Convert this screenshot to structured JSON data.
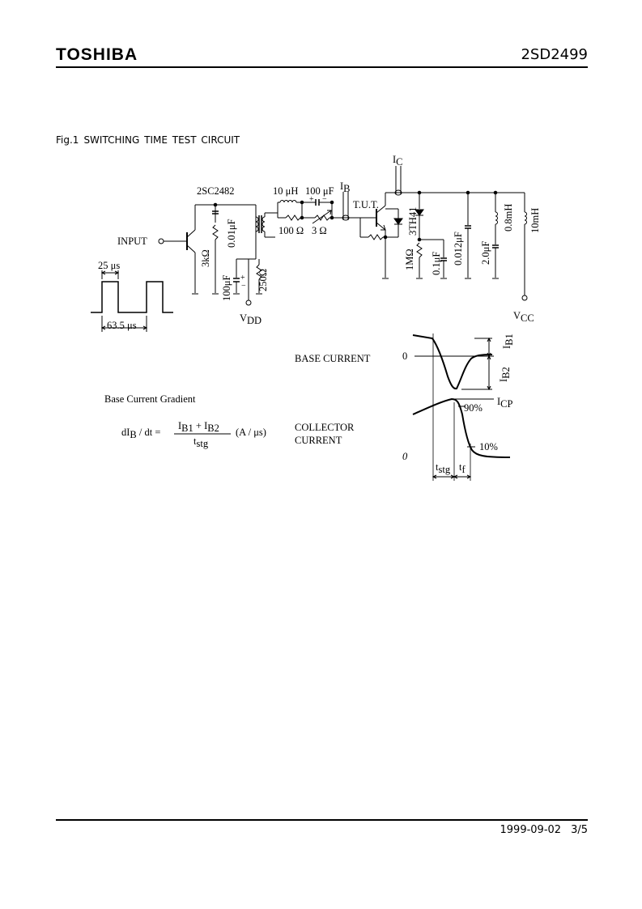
{
  "header": {
    "brand": "TOSHIBA",
    "part_number": "2SD2499"
  },
  "figure": {
    "label": "Fig.1",
    "title": "SWITCHING TIME TEST CIRCUIT",
    "circuit": {
      "driver_transistor": "2SC2482",
      "input": "INPUT",
      "pulse_width": "25 μs",
      "pulse_period": "63.5 μs",
      "r_3k": "3kΩ",
      "c_001": "0.01μF",
      "c_100": "100μF",
      "r_250": "250Ω",
      "vdd": "V",
      "vdd_sub": "DD",
      "l_10u": "10 μH",
      "c_100u": "100 μF",
      "r_100": "100 Ω",
      "r_3": "3 Ω",
      "ib": "I",
      "ib_sub": "B",
      "ic": "I",
      "ic_sub": "C",
      "tut": "T.U.T.",
      "diode": "3TH41",
      "r_1m": "1MΩ",
      "c_01": "0.1μF",
      "c_0012": "0.012μF",
      "c_20": "2.0μF",
      "l_08m": "0.8mH",
      "l_10m": "10mH",
      "vcc": "V",
      "vcc_sub": "CC"
    },
    "waveform": {
      "base_current": "BASE CURRENT",
      "collector_current": "COLLECTOR CURRENT",
      "zero_base": "0",
      "zero_collector": "0",
      "ib1": "I",
      "ib1_sub": "B1",
      "ib2": "I",
      "ib2_sub": "B2",
      "icp": "I",
      "icp_sub": "CP",
      "p90": "90%",
      "p10": "10%",
      "tstg": "t",
      "tstg_sub": "stg",
      "tf": "t",
      "tf_sub": "f"
    },
    "gradient": {
      "title": "Base Current Gradient",
      "lhs": "dI",
      "lhs_sub": "B",
      "lhs_rest": " / dt =",
      "num_i1": "I",
      "num_i1_sub": "B1",
      "num_plus": " + I",
      "num_i2_sub": "B2",
      "den": "t",
      "den_sub": "stg",
      "unit": "(A / μs)"
    }
  },
  "footer": {
    "date": "1999-09-02",
    "page": "3/5"
  }
}
